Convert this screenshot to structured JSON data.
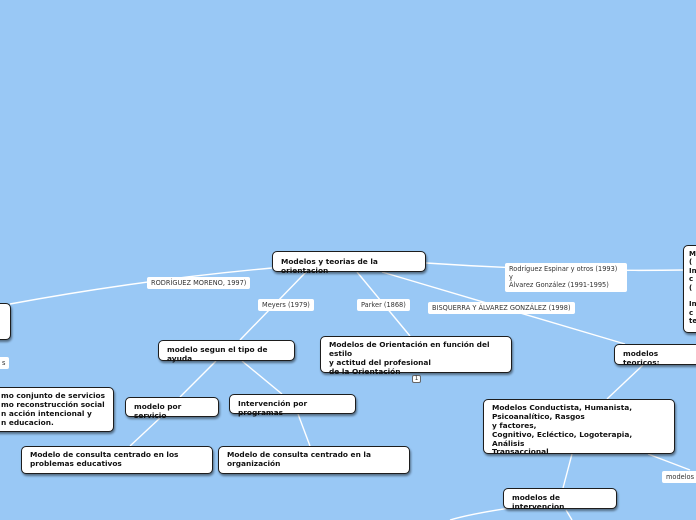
{
  "nodes": {
    "root": "Modelos y teorias de la orientacion",
    "tipo_ayuda": "modelo segun el tipo de ayuda",
    "estilo": "Modelos de Orientación en función del estilo\ny actitud del profesional\nde la Orientación",
    "estilo_badge": "1",
    "teoricos": "modelos teoricos:",
    "servicio": "modelo por servicio",
    "programas": "Intervención por programas",
    "consulta_edu": "Modelo de consulta centrado en los\nproblemas educativos",
    "consulta_org": "Modelo de consulta centrado en la\norganización",
    "humanista": "Modelos Conductista, Humanista,\nPsicoanalítico, Rasgos\ny factores,\nCognitivo, Ecléctico, Logoterapia, Análisis\nTransaccional",
    "intervencion": "modelos de intervencion",
    "left_partial": "mo conjunto de servicios\nmo reconstrucción social\nn acción intencional y\nn educacion.",
    "right_partial": "M\n(\nIn\nc\n(\n\nIn\nc\nte"
  },
  "labels": {
    "rodriguez": "RODRÍGUEZ MORENO, 1997)",
    "meyers": "Meyers (1979)",
    "parker": "Parker (1868)",
    "bisquerra": "BISQUERRA Y ÁLVAREZ GONZÁLEZ (1998)",
    "espinar": "Rodríguez Espinar y otros (1993) y\nÁlvarez González (1991-1995)",
    "left_edge": "s",
    "right_edge": "modelos"
  }
}
